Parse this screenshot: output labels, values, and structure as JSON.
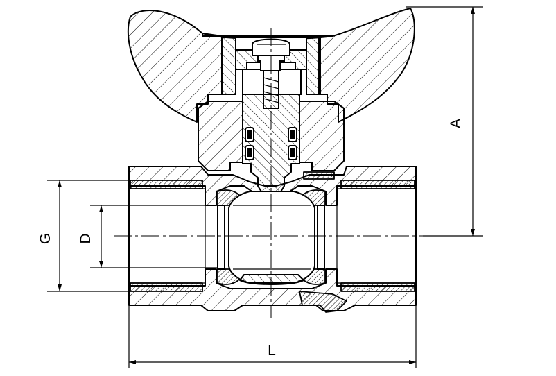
{
  "drawing": {
    "dimensions": {
      "a": "A",
      "g": "G",
      "d": "D",
      "l": "L"
    }
  }
}
